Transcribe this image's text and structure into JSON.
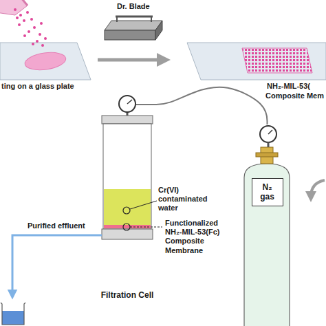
{
  "diagram": {
    "nodes": [
      {
        "text": [
          "Filtration Cell"
        ]
      },
      {
        "text": [
          "N₂ gas"
        ]
      }
    ],
    "edges": [
      {
        "from": 1,
        "to": 0,
        "arrow": "none"
      }
    ],
    "labels": [
      "ting on a glass plate",
      "Dr. Blade",
      "NH₂-MIL-53(",
      "Composite Mem",
      "Cr(VI) contaminated water",
      "Functionalized NH₂-MIL-53(Fc) Composite Membrane",
      "Purified effluent"
    ]
  }
}
